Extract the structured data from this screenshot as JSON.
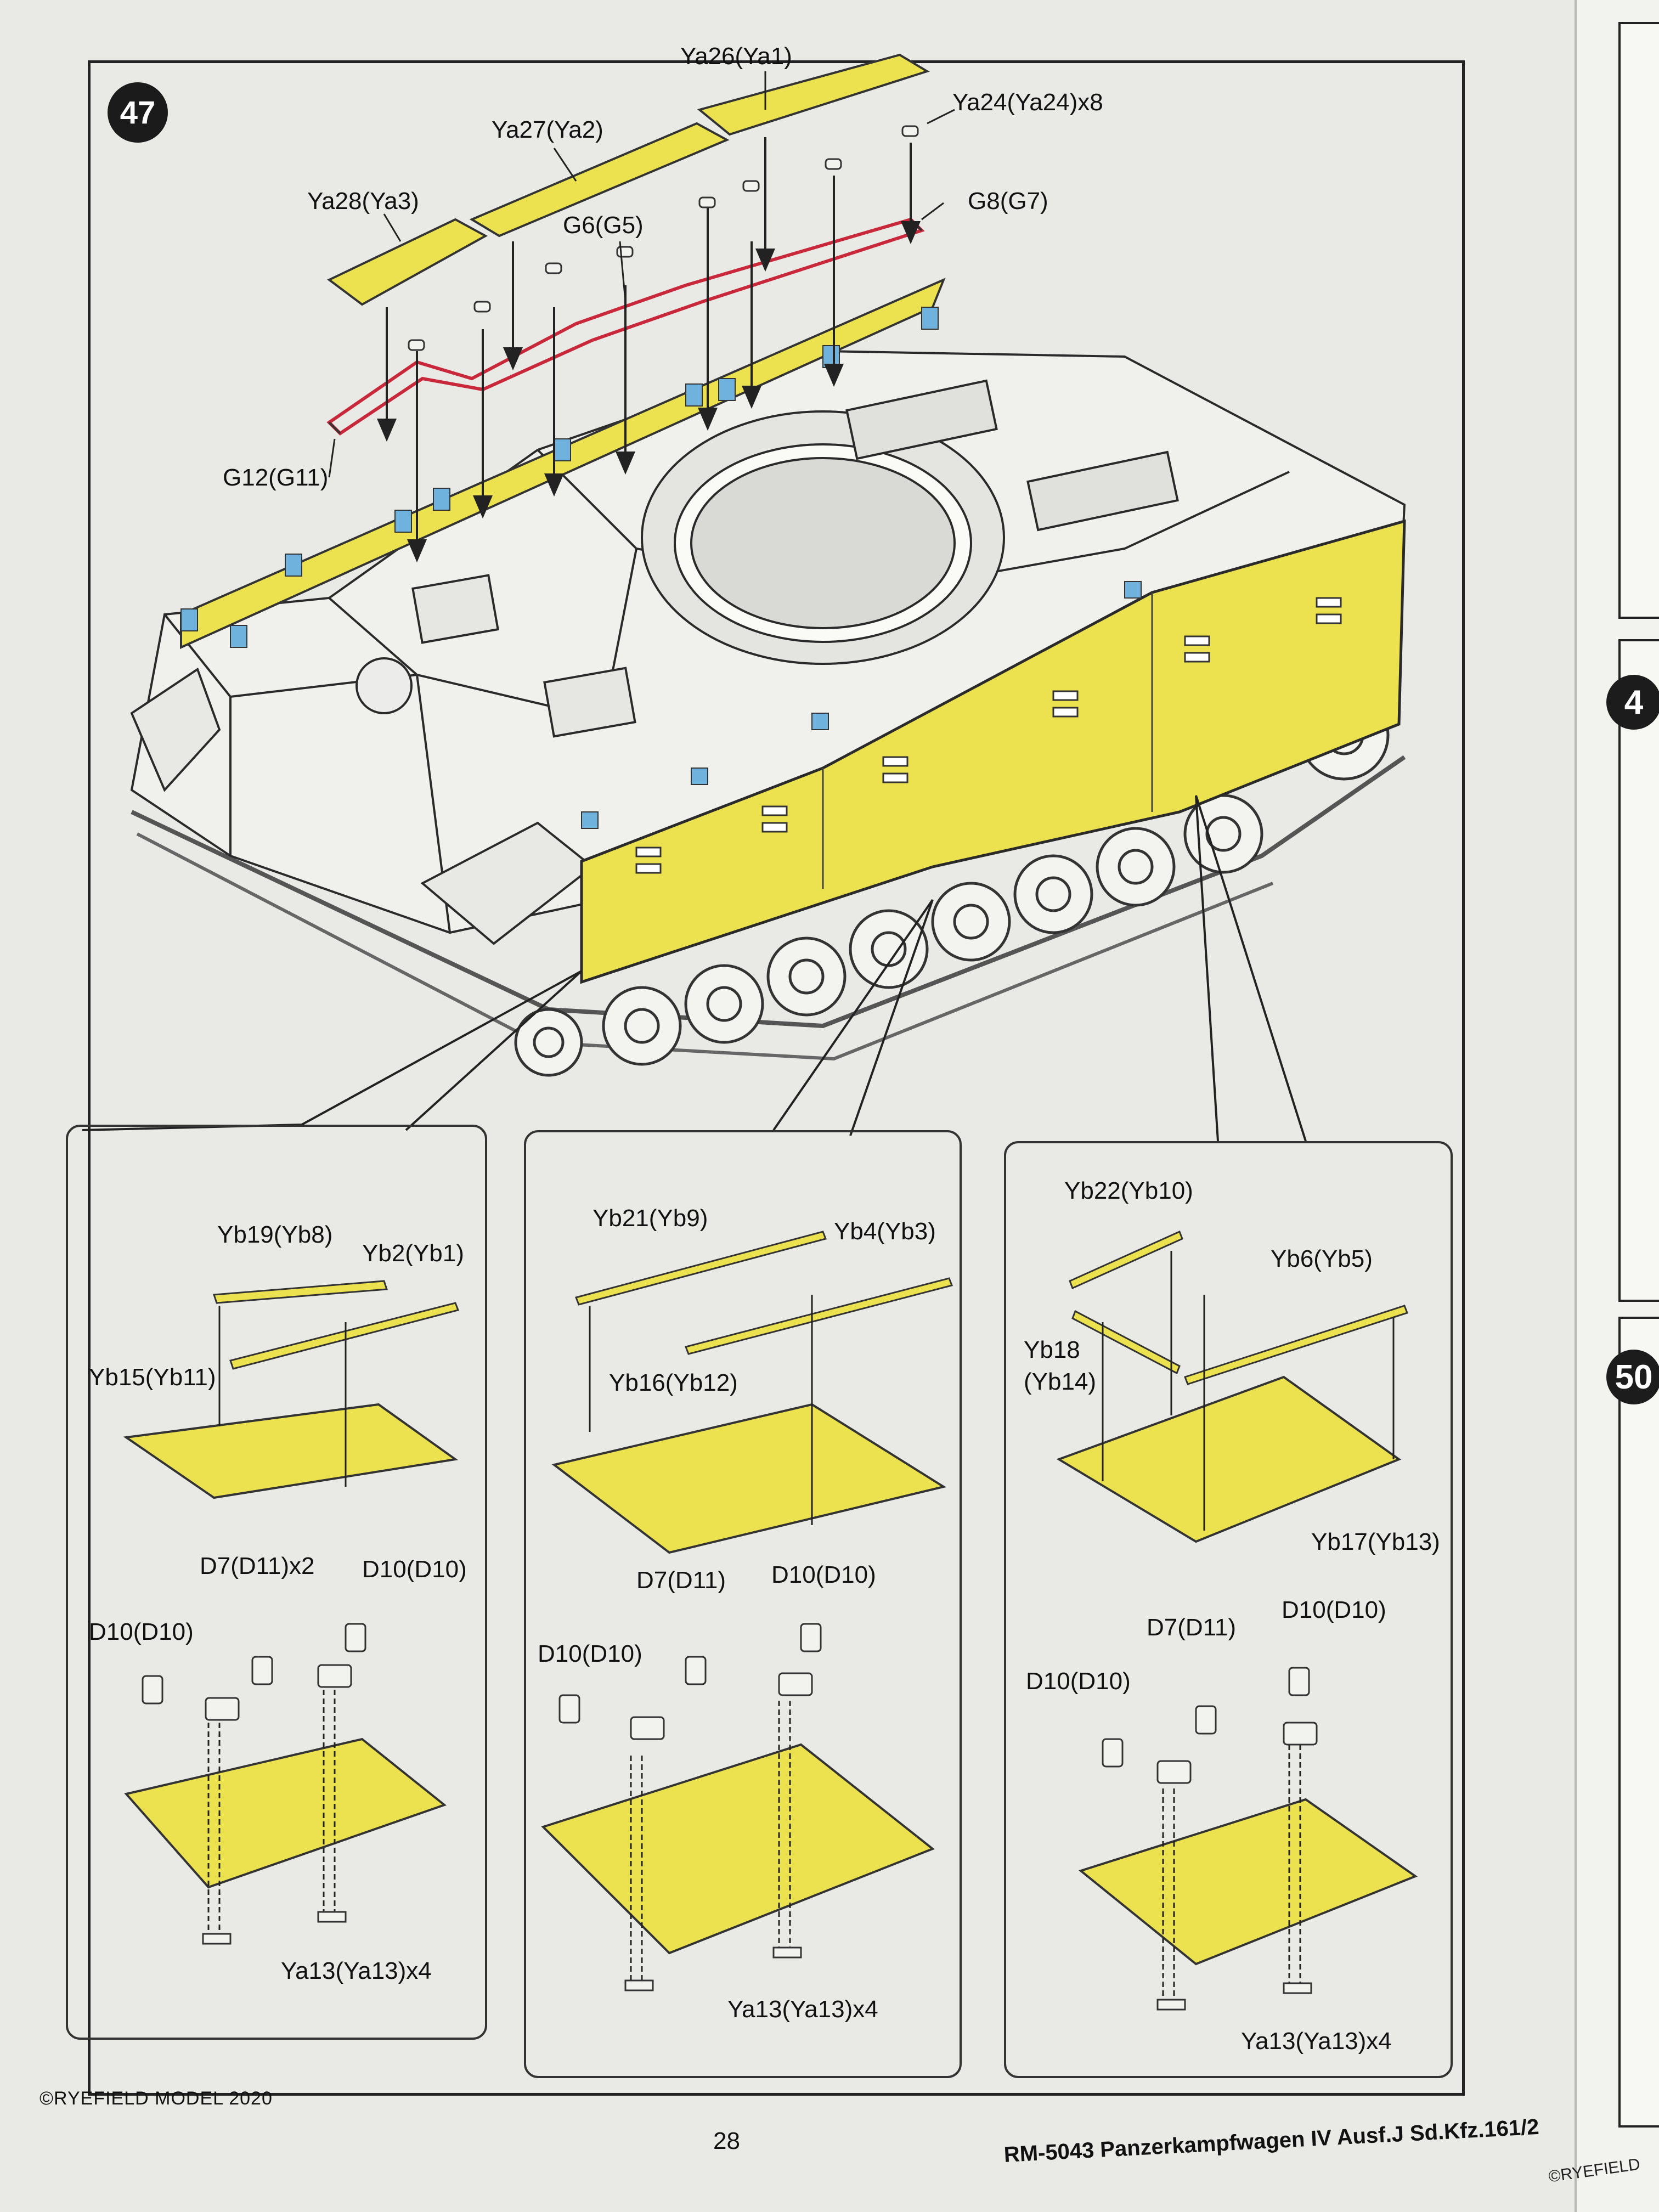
{
  "page": {
    "step_number": "47",
    "page_number": "28",
    "copyright": "©RYEFIELD MODEL 2020",
    "title": "RM-5043 Panzerkampfwagen IV Ausf.J Sd.Kfz.161/2",
    "next_step_number": "50",
    "next_step_partial": "4",
    "next_page_copyright": "©RYEFIELD"
  },
  "main_labels": {
    "ya26": "Ya26(Ya1)",
    "ya24": "Ya24(Ya24)x8",
    "ya27": "Ya27(Ya2)",
    "ya28": "Ya28(Ya3)",
    "g6": "G6(G5)",
    "g8": "G8(G7)",
    "g12": "G12(G11)"
  },
  "panels": [
    {
      "yb_strip_a": "Yb19(Yb8)",
      "yb_strip_b": "Yb2(Yb1)",
      "yb_plate": "Yb15(Yb11)",
      "d7": "D7(D11)x2",
      "d10_right": "D10(D10)",
      "d10_left": "D10(D10)",
      "ya13": "Ya13(Ya13)x4"
    },
    {
      "yb_strip_a": "Yb21(Yb9)",
      "yb_strip_b": "Yb4(Yb3)",
      "yb_plate": "Yb16(Yb12)",
      "d7": "D7(D11)",
      "d10_right": "D10(D10)",
      "d10_left": "D10(D10)",
      "ya13": "Ya13(Ya13)x4"
    },
    {
      "yb_strip_a": "Yb22(Yb10)",
      "yb_strip_b": "Yb6(Yb5)",
      "yb_small_1": "Yb18",
      "yb_small_2": "(Yb14)",
      "yb_plate": "Yb17(Yb13)",
      "d7": "D7(D11)",
      "d10_right": "D10(D10)",
      "d10_left": "D10(D10)",
      "ya13": "Ya13(Ya13)x4"
    }
  ],
  "colors": {
    "part_yellow": "#ece24f",
    "frame_red": "#c8283a",
    "hull_line": "#2a2a2a",
    "clip_blue": "#6fb2dd"
  }
}
